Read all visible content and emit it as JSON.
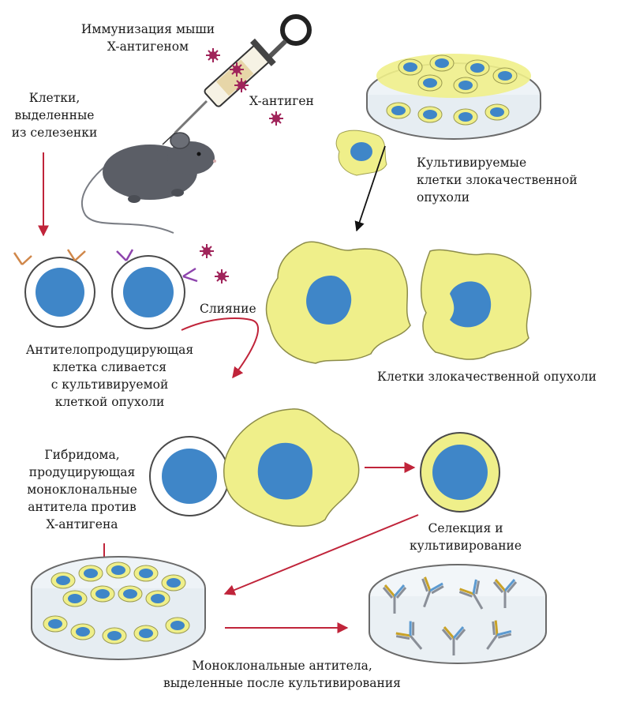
{
  "labels": {
    "immunization": [
      "Иммунизация мыши",
      "X-антигеном"
    ],
    "x_antigen": "X-антиген",
    "spleen_cells": [
      "Клетки,",
      "выделенные",
      "из селезенки"
    ],
    "cultured_tumor": [
      "Культивируемые",
      "клетки злокачественной",
      "опухоли"
    ],
    "fusion": "Слияние",
    "tumor_cells": "Клетки злокачественной опухоли",
    "antibody_cell_fuses": [
      "Антителопродуцирующая",
      "клетка сливается",
      "с культивируемой",
      "клеткой опухоли"
    ],
    "hybridoma": [
      "Гибридома,",
      "продуцирующая",
      "моноклональные",
      "антитела против",
      "X-антигена"
    ],
    "selection": [
      "Селекция и",
      "культивирование"
    ],
    "monoclonal": [
      "Моноклональные антитела,",
      "выделенные после культивирования"
    ]
  },
  "colors": {
    "nucleus": "#3f86c8",
    "tumor_cytoplasm": "#efef8a",
    "arrow_red": "#c0243a",
    "antigen": "#a0245a",
    "mouse": "#5b5e66"
  },
  "icons": [
    "syringe-icon",
    "mouse-icon",
    "antigen-particle-icon",
    "antibody-icon",
    "petri-dish-icon"
  ]
}
